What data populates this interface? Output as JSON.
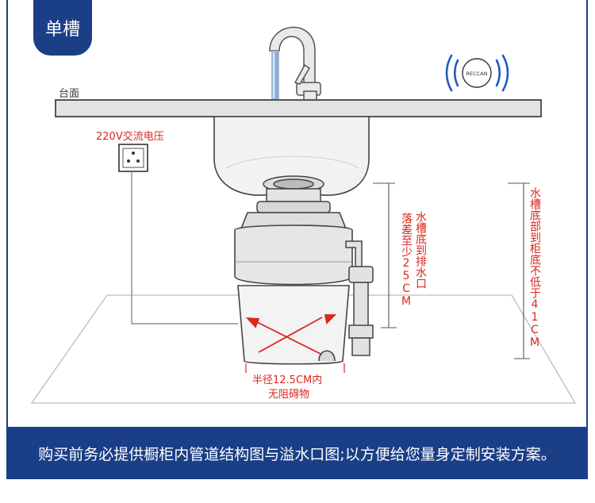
{
  "title": "单槽",
  "countertop_label": "台面",
  "power": {
    "label": "220V交流电压"
  },
  "smart_badge": {
    "text": "RECCAN",
    "icon": "wireless-signal-icon"
  },
  "annotations": {
    "drop_line1": "水槽底到排水口",
    "drop_line2": "落差至少25CM",
    "cabinet": "水槽底部到柜底不低于41CM",
    "radius_line1": "半径12.5CM内",
    "radius_line2": "无阻碍物"
  },
  "footer": "购买前务必提供橱柜内管道结构图与溢水口图;以方便给您量身定制安装方案。",
  "colors": {
    "primary": "#1b3f86",
    "annotation": "#d9281e",
    "badge_blue": "#1e5bbf"
  }
}
